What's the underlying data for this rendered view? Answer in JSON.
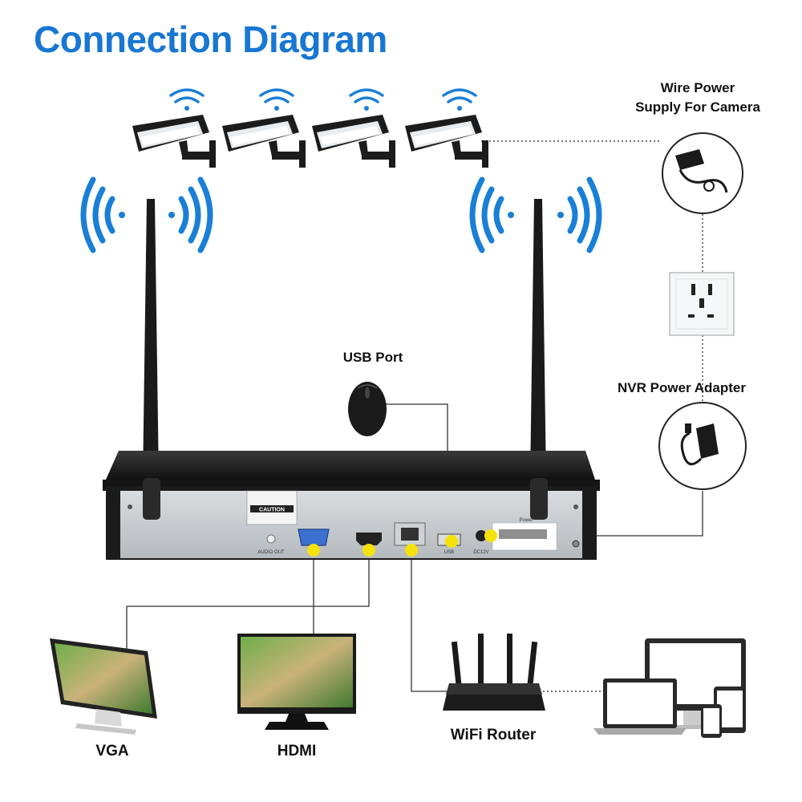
{
  "title": "Connection Diagram",
  "labels": {
    "wire_power_line1": "Wire Power",
    "wire_power_line2": "Supply For Camera",
    "usb_port": "USB Port",
    "nvr_power_adapter": "NVR Power Adapter",
    "vga": "VGA",
    "hdmi": "HDMI",
    "wifi_router": "WiFi Router"
  },
  "nvr_panel": {
    "caution": "CAUTION",
    "audio_out": "AUDIO OUT",
    "usb": "USB",
    "dc12v": "DC12V",
    "power": "Power"
  },
  "colors": {
    "title": "#1877d2",
    "signal": "#1a7fd6",
    "port_marker": "#f5e20a",
    "device_dark": "#1c1c1c",
    "panel": "#c9cdd2"
  },
  "icons": [
    "wifi-icon",
    "camera-icon",
    "signal-waves-icon",
    "power-adapter-icon",
    "wall-socket-icon",
    "mouse-icon",
    "monitor-icon",
    "router-icon",
    "laptop-icon",
    "phone-icon",
    "tablet-icon"
  ]
}
